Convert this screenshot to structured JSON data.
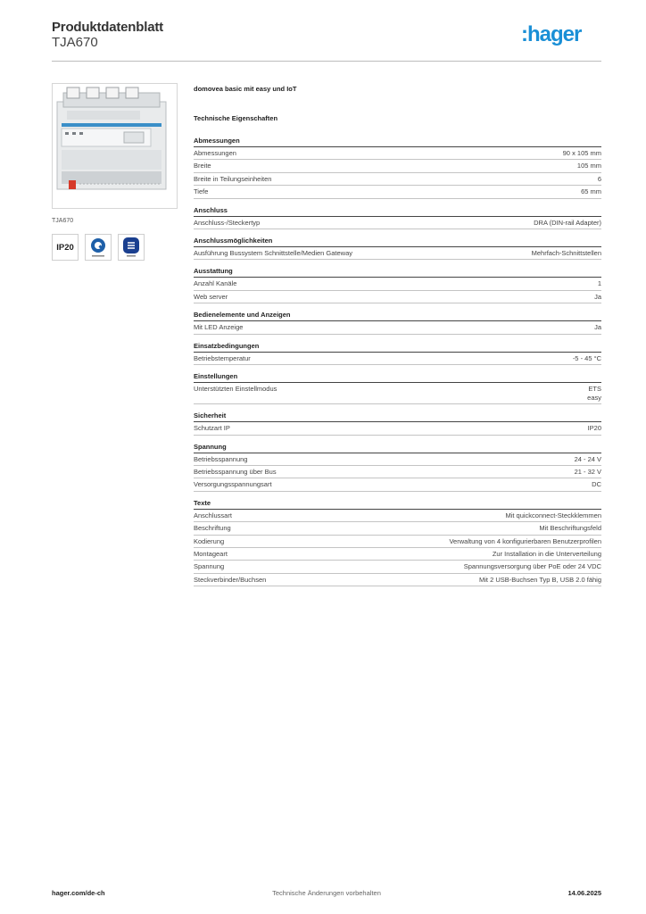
{
  "header": {
    "title": "Produktdatenblatt",
    "subtitle": "TJA670",
    "logo_text": ":hager"
  },
  "product": {
    "image_caption": "TJA670",
    "badges": {
      "ip": "IP20",
      "qc_icon": "quickconnect-icon",
      "easy_icon": "easy-icon"
    }
  },
  "intro": "domovea basic mit easy und IoT",
  "tech_title": "Technische Eigenschaften",
  "sections": [
    {
      "title": "Abmessungen",
      "rows": [
        {
          "label": "Abmessungen",
          "value": "90 x 105 mm"
        },
        {
          "label": "Breite",
          "value": "105 mm"
        },
        {
          "label": "Breite in Teilungseinheiten",
          "value": "6"
        },
        {
          "label": "Tiefe",
          "value": "65 mm"
        }
      ]
    },
    {
      "title": "Anschluss",
      "rows": [
        {
          "label": "Anschluss-/Steckertyp",
          "value": "DRA (DIN-rail Adapter)"
        }
      ]
    },
    {
      "title": "Anschlussmöglichkeiten",
      "rows": [
        {
          "label": "Ausführung Bussystem Schnittstelle/Medien Gateway",
          "value": "Mehrfach-Schnittstellen"
        }
      ]
    },
    {
      "title": "Ausstattung",
      "rows": [
        {
          "label": "Anzahl Kanäle",
          "value": "1"
        },
        {
          "label": "Web server",
          "value": "Ja"
        }
      ]
    },
    {
      "title": "Bedienelemente und Anzeigen",
      "rows": [
        {
          "label": "Mit LED Anzeige",
          "value": "Ja"
        }
      ]
    },
    {
      "title": "Einsatzbedingungen",
      "rows": [
        {
          "label": "Betriebstemperatur",
          "value": "-5 - 45 °C"
        }
      ]
    },
    {
      "title": "Einstellungen",
      "rows": [
        {
          "label": "Unterstützten Einstellmodus",
          "value": "ETS\neasy"
        }
      ]
    },
    {
      "title": "Sicherheit",
      "rows": [
        {
          "label": "Schutzart IP",
          "value": "IP20"
        }
      ]
    },
    {
      "title": "Spannung",
      "rows": [
        {
          "label": "Betriebsspannung",
          "value": "24 - 24 V"
        },
        {
          "label": "Betriebsspannung über Bus",
          "value": "21 - 32 V"
        },
        {
          "label": "Versorgungsspannungsart",
          "value": "DC"
        }
      ]
    },
    {
      "title": "Texte",
      "rows": [
        {
          "label": "Anschlussart",
          "value": "Mit quickconnect-Steckklemmen"
        },
        {
          "label": "Beschriftung",
          "value": "Mit Beschriftungsfeld"
        },
        {
          "label": "Kodierung",
          "value": "Verwaltung von 4 konfigurierbaren Benutzerprofilen"
        },
        {
          "label": "Montageart",
          "value": "Zur Installation in die Unterverteilung"
        },
        {
          "label": "Spannung",
          "value": "Spannungsversorgung über PoE oder 24 VDC"
        },
        {
          "label": "Steckverbinder/Buchsen",
          "value": "Mit 2 USB-Buchsen Typ B, USB 2.0 fähig"
        }
      ]
    }
  ],
  "footer": {
    "url": "hager.com/de-ch",
    "note": "Technische Änderungen vorbehalten",
    "date": "14.06.2025"
  },
  "colors": {
    "brand_blue": "#1a8fd6",
    "qc_blue": "#1e5fa8",
    "rule_grey": "#bdbdbd"
  }
}
